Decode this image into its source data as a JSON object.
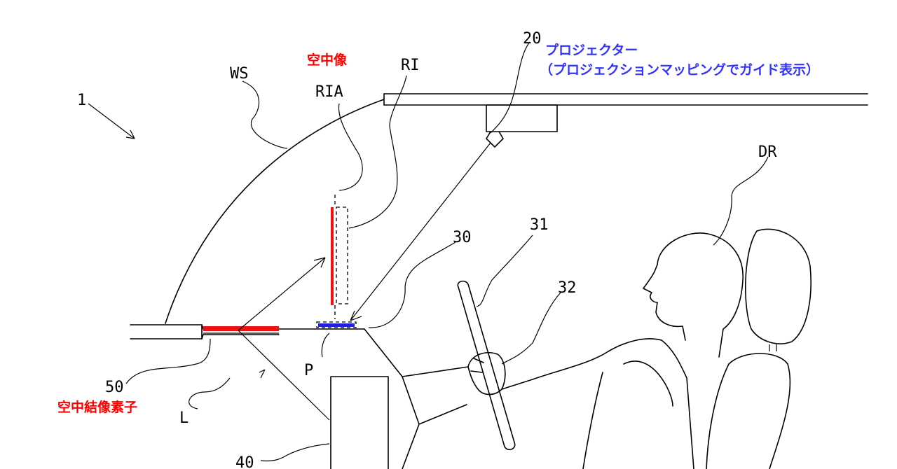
{
  "labels": {
    "fig_number": "1",
    "windshield": "WS",
    "aerial_image": "RIA",
    "real_image": "RI",
    "projector_ref": "20",
    "dashboard_ref": "30",
    "steering_ref": "31",
    "hand_ref": "32",
    "driver": "DR",
    "point": "P",
    "light": "L",
    "element_ref": "50",
    "box_ref": "40"
  },
  "annotations": {
    "aerial_image_jp": "空中像",
    "projector_jp": "プロジェクター",
    "projector_note_jp": "（プロジェクションマッピングでガイド表示）",
    "element_jp": "空中結像素子"
  },
  "colors": {
    "annotation_red": "#ff0000",
    "annotation_blue": "#3333ff",
    "image_red": "#ee1111",
    "mapping_blue": "#2222dd",
    "line": "#000000"
  }
}
